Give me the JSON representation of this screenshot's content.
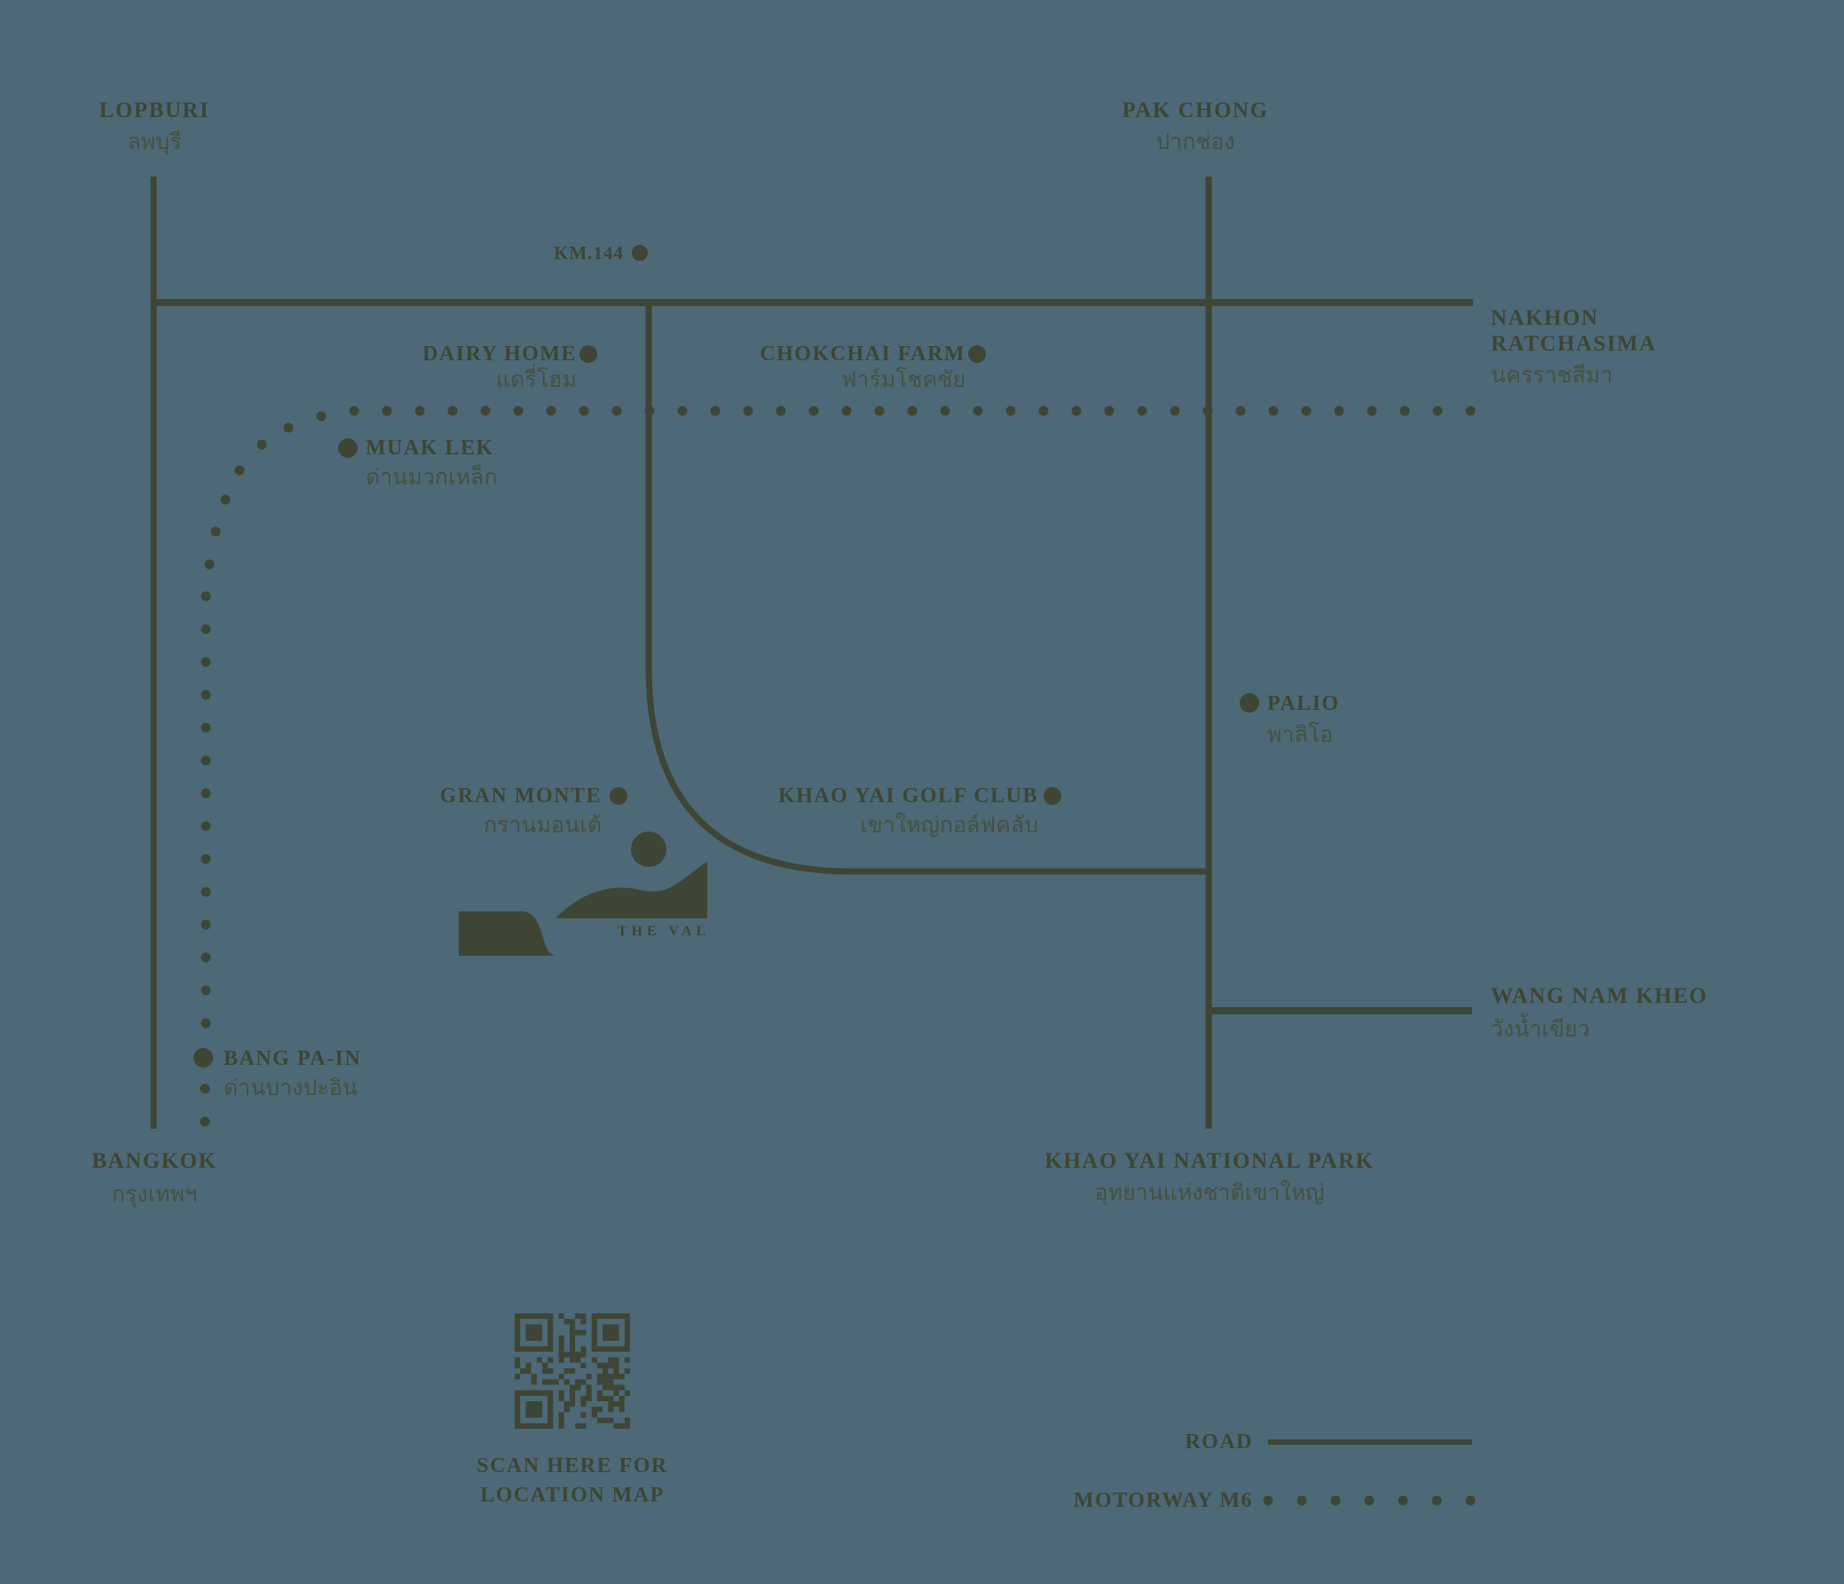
{
  "map": {
    "colors": {
      "background": "#4d6977",
      "ink": "#3e4534",
      "thai": "#47503f"
    },
    "locations": {
      "lopburi": {
        "en": "LOPBURI",
        "th": "ลพบุรี"
      },
      "pak_chong": {
        "en": "PAK CHONG",
        "th": "ปากช่อง"
      },
      "nakhon_ratchasima": {
        "en_line1": "NAKHON",
        "en_line2": "RATCHASIMA",
        "th": "นครราชสีมา"
      },
      "km144": {
        "en": "KM.144"
      },
      "dairy_home": {
        "en": "DAIRY HOME",
        "th": "แดรี่โฮม"
      },
      "chokchai_farm": {
        "en": "CHOKCHAI FARM",
        "th": "ฟาร์มโชคชัย"
      },
      "muak_lek": {
        "en": "MUAK LEK",
        "th": "ด่านมวกเหล็ก"
      },
      "palio": {
        "en": "PALIO",
        "th": "พาลิโอ"
      },
      "gran_monte": {
        "en": "GRAN MONTE",
        "th": "กรานมอนเต้"
      },
      "khao_yai_golf_club": {
        "en": "KHAO YAI GOLF CLUB",
        "th": "เขาใหญ่กอล์ฟคลับ"
      },
      "wang_nam_kheo": {
        "en": "WANG NAM KHEO",
        "th": "วังน้ำเขียว"
      },
      "bang_pa_in": {
        "en": "BANG PA-IN",
        "th": "ด่านบางปะอิน"
      },
      "bangkok": {
        "en": "BANGKOK",
        "th": "กรุงเทพฯ"
      },
      "khao_yai_national_park": {
        "en": "KHAO YAI NATIONAL PARK",
        "th": "อุทยานแห่งชาติเขาใหญ่"
      }
    },
    "logo": {
      "name": "THE VAL"
    },
    "qr": {
      "caption_line1": "SCAN HERE FOR",
      "caption_line2": "LOCATION MAP"
    },
    "legend": {
      "road_label": "ROAD",
      "motorway_label": "MOTORWAY M6"
    }
  }
}
